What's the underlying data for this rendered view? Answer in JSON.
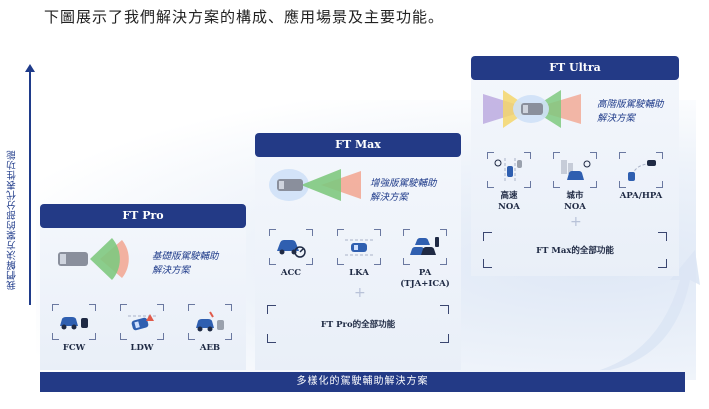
{
  "intro_text": "下圖展示了我們解決方案的構成、應用場景及主要功能。",
  "y_axis_label": "我們解決方案的部分代表性功能",
  "x_axis_label": "多樣化的駕駛輔助解決方案",
  "colors": {
    "header_navy": "#233a86",
    "sensor_green": "#7fc97f",
    "sensor_red": "#f2a08a",
    "sensor_yellow": "#f5d66b",
    "sensor_purple": "#b9a6de"
  },
  "tiers": [
    {
      "title": "FT Pro",
      "description": [
        "基礎版駕駛輔助",
        "解決方案"
      ],
      "features": [
        {
          "label": "FCW",
          "icon": "forward-collision-icon"
        },
        {
          "label": "LDW",
          "icon": "lane-departure-icon"
        },
        {
          "label": "AEB",
          "icon": "emergency-braking-icon"
        }
      ]
    },
    {
      "title": "FT Max",
      "description": [
        "增強版駕駛輔助",
        "解決方案"
      ],
      "features": [
        {
          "label": "ACC",
          "icon": "adaptive-cruise-icon"
        },
        {
          "label": "LKA",
          "icon": "lane-keep-icon"
        },
        {
          "label": "PA\n(TJA+ICA)",
          "label_line1": "PA",
          "label_line2": "(TJA+ICA)",
          "icon": "pilot-assist-icon"
        }
      ],
      "includes_text": "FT Pro的全部功能"
    },
    {
      "title": "FT Ultra",
      "description": [
        "高階版駕駛輔助",
        "解決方案"
      ],
      "features": [
        {
          "label_line1": "高速",
          "label_line2": "NOA",
          "icon": "highway-noa-icon"
        },
        {
          "label_line1": "城市",
          "label_line2": "NOA",
          "icon": "city-noa-icon"
        },
        {
          "label_line1": "APA/HPA",
          "label_line2": "",
          "icon": "parking-assist-icon"
        }
      ],
      "includes_text": "FT Max的全部功能"
    }
  ]
}
